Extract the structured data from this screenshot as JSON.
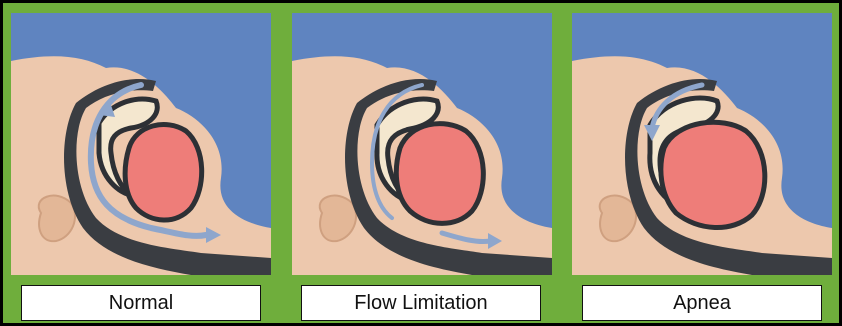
{
  "panels": [
    {
      "id": "normal",
      "label": "Normal",
      "airway": "open"
    },
    {
      "id": "flow-limitation",
      "label": "Flow Limitation",
      "airway": "narrowed"
    },
    {
      "id": "apnea",
      "label": "Apnea",
      "airway": "blocked"
    }
  ],
  "colors": {
    "background": "#6fae3c",
    "sky": "#5f84c0",
    "skin": "#edc8ad",
    "airway": "#3a3d42",
    "tongue": "#ee7d79",
    "palate": "#f4e7cf",
    "airflow_arrow": "#8ea6cc"
  }
}
